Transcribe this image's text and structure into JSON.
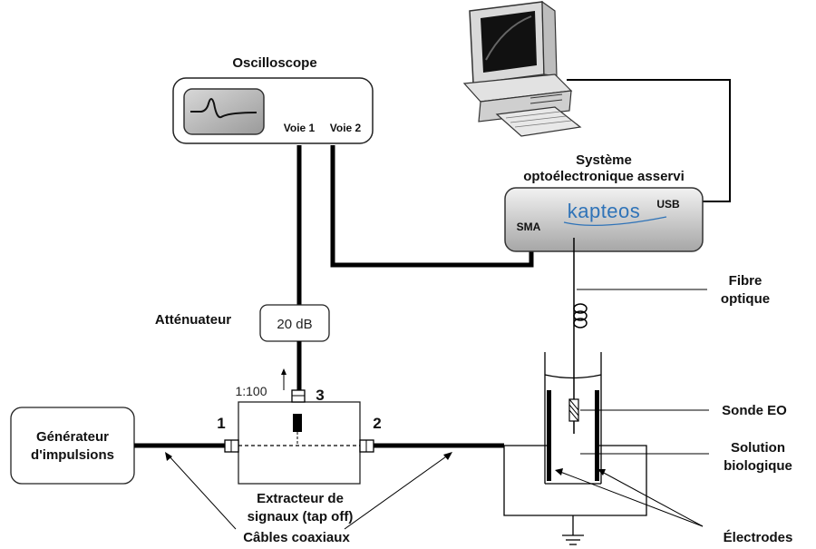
{
  "labels": {
    "oscilloscope": "Oscilloscope",
    "voie1": "Voie 1",
    "voie2": "Voie 2",
    "systeme_line1": "Système",
    "systeme_line2": "optoélectronique asservi",
    "usb": "USB",
    "sma": "SMA",
    "brand": "kapteos",
    "fibre_line1": "Fibre",
    "fibre_line2": "optique",
    "attenuateur": "Atténuateur",
    "attenuation_value": "20 dB",
    "ratio": "1:100",
    "port1": "1",
    "port2": "2",
    "port3": "3",
    "generateur_line1": "Générateur",
    "generateur_line2": "d'impulsions",
    "extracteur_line1": "Extracteur de",
    "extracteur_line2": "signaux (tap off)",
    "cables": "Câbles coaxiaux",
    "sonde": "Sonde EO",
    "solution_line1": "Solution",
    "solution_line2": "biologique",
    "electrodes": "Électrodes"
  },
  "colors": {
    "brand_blue": "#2f73b8",
    "brand_pink": "#d6337a",
    "box_gradient_top": "#f0f0f0",
    "box_gradient_bottom": "#a8a8a8"
  }
}
